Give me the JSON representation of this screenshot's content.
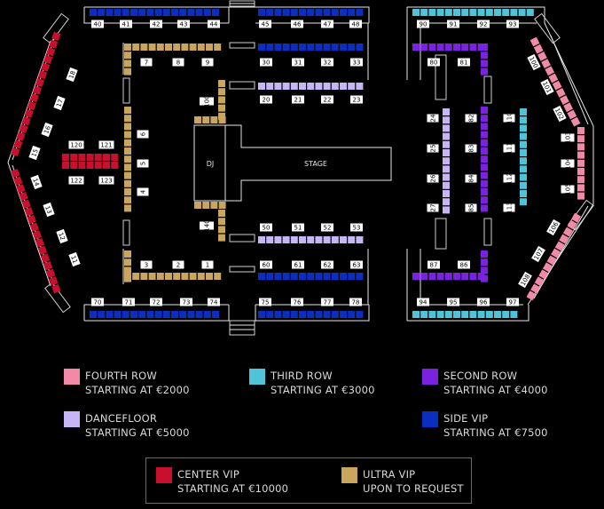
{
  "colors": {
    "fourth_row": "#f08aa6",
    "third_row": "#4fc4d8",
    "second_row": "#7a22e0",
    "dancefloor": "#c6b6f4",
    "side_vip": "#0a2ec0",
    "center_vip": "#c8102e",
    "ultra_vip": "#c9a55e"
  },
  "venue": {
    "dj_label": "DJ",
    "stage_label": "STAGE"
  },
  "tables": {
    "side_vip_top_left": [
      "40",
      "41",
      "42",
      "43",
      "44"
    ],
    "side_vip_top_right": [
      "45",
      "46",
      "47",
      "48"
    ],
    "side_vip_row2": [
      "30",
      "31",
      "32",
      "33"
    ],
    "side_vip_row3": [
      "60",
      "61",
      "62",
      "63"
    ],
    "side_vip_bottom_left": [
      "70",
      "71",
      "72",
      "73",
      "74"
    ],
    "side_vip_bottom_right": [
      "75",
      "76",
      "77",
      "78"
    ],
    "dancefloor_top": [
      "20",
      "21",
      "22",
      "23"
    ],
    "dancefloor_bottom": [
      "50",
      "51",
      "52",
      "53"
    ],
    "ultra_top": [
      "7",
      "8",
      "9"
    ],
    "ultra_bottom": [
      "3",
      "2",
      "1"
    ],
    "ultra_left": [
      "6",
      "5",
      "4"
    ],
    "ultra_dj_top": "100",
    "ultra_dj_bottom": "140",
    "center_vip": [
      "120",
      "121",
      "122",
      "123"
    ],
    "fourth_left_upper": [
      "18",
      "17",
      "16",
      "15"
    ],
    "fourth_left_lower": [
      "14",
      "13",
      "12",
      "11"
    ],
    "fourth_right_upper": [
      "100",
      "101",
      "102"
    ],
    "fourth_right_mid": [
      "103",
      "104",
      "105"
    ],
    "fourth_right_lower": [
      "106",
      "107",
      "108"
    ],
    "third_top": [
      "90",
      "91",
      "92",
      "93"
    ],
    "third_bottom": [
      "94",
      "95",
      "96",
      "97"
    ],
    "third_col": [
      "110",
      "111",
      "112",
      "113"
    ],
    "second_top": [
      "80",
      "81"
    ],
    "second_bottom": [
      "87",
      "86"
    ],
    "second_col": [
      "82",
      "83",
      "84",
      "85"
    ],
    "dance_col": [
      "24",
      "25",
      "26",
      "27"
    ]
  },
  "legend": [
    {
      "key": "fourth_row",
      "line1": "FOURTH ROW",
      "line2": "STARTING AT €2000"
    },
    {
      "key": "third_row",
      "line1": "THIRD ROW",
      "line2": "STARTING AT €3000"
    },
    {
      "key": "second_row",
      "line1": "SECOND ROW",
      "line2": "STARTING AT €4000"
    },
    {
      "key": "dancefloor",
      "line1": "DANCEFLOOR",
      "line2": "STARTING AT €5000"
    },
    {
      "key": "side_vip",
      "line1": "SIDE VIP",
      "line2": "STARTING AT €7500"
    },
    {
      "key": "center_vip",
      "line1": "CENTER VIP",
      "line2": "STARTING AT €10000"
    },
    {
      "key": "ultra_vip",
      "line1": "ULTRA VIP",
      "line2": "UPON TO REQUEST"
    }
  ]
}
